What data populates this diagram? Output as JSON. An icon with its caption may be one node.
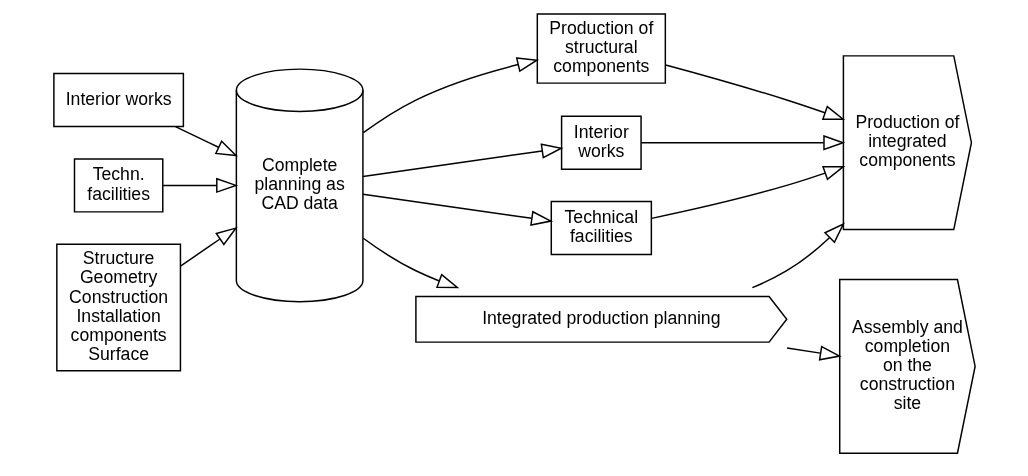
{
  "diagram": {
    "nodes": [
      {
        "text": [
          "Interior works"
        ]
      },
      {
        "text": [
          "Techn. facilities"
        ]
      },
      {
        "text": [
          "Structure",
          "Geometry Construction Installation components Surface"
        ]
      },
      {
        "text": [
          "Complete planning as CAD data"
        ]
      },
      {
        "text": [
          "Production of structural components"
        ]
      },
      {
        "text": [
          "Interior works"
        ]
      },
      {
        "text": [
          "Technical facilities"
        ]
      },
      {
        "text": [
          "Production of integrated components"
        ]
      },
      {
        "text": [
          "Assembly and completion on the construction site"
        ]
      },
      {
        "text": [
          "Integrated production planning"
        ]
      }
    ],
    "edges": [
      {
        "from": 0,
        "to": 3,
        "arrow": "to"
      },
      {
        "from": 1,
        "to": 3,
        "arrow": "to"
      },
      {
        "from": 2,
        "to": 3,
        "arrow": "to"
      },
      {
        "from": 3,
        "to": 4,
        "arrow": "to"
      },
      {
        "from": 3,
        "to": 5,
        "arrow": "to"
      },
      {
        "from": 3,
        "to": 6,
        "arrow": "to"
      },
      {
        "from": 4,
        "to": 7,
        "arrow": "to"
      },
      {
        "from": 5,
        "to": 7,
        "arrow": "to"
      },
      {
        "from": 6,
        "to": 7,
        "arrow": "to"
      },
      {
        "from": 3,
        "to": 9,
        "arrow": "to"
      },
      {
        "from": 9,
        "to": 7,
        "arrow": "to"
      },
      {
        "from": 9,
        "to": 8,
        "arrow": "to"
      }
    ]
  }
}
